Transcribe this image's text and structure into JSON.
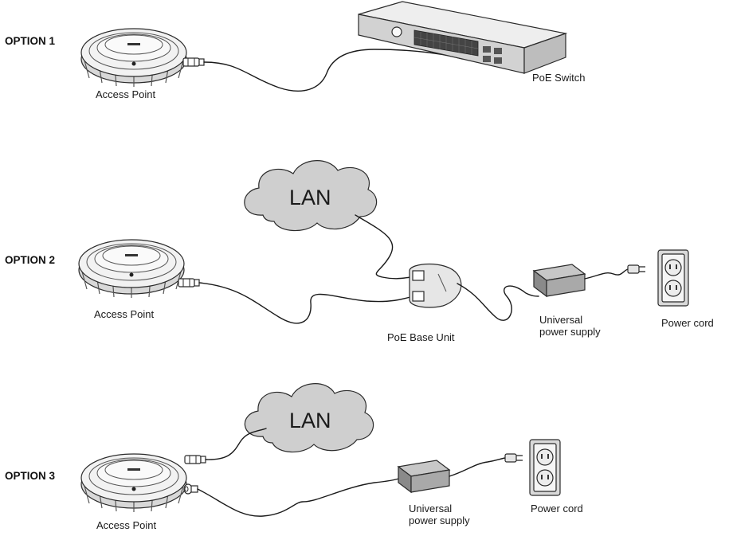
{
  "options": [
    {
      "title": "OPTION 1",
      "access_point_label": "Access Point",
      "switch_label": "PoE Switch"
    },
    {
      "title": "OPTION 2",
      "access_point_label": "Access Point",
      "network_label": "LAN",
      "base_unit_label": "PoE Base Unit",
      "power_supply_label": [
        "Universal",
        "power supply"
      ],
      "power_cord_label": "Power cord"
    },
    {
      "title": "OPTION 3",
      "access_point_label": "Access Point",
      "network_label": "LAN",
      "power_supply_label": [
        "Universal",
        "power supply"
      ],
      "power_cord_label": "Power cord"
    }
  ],
  "colors": {
    "cloud_fill": "#cfcfcf",
    "device_fill": "#e9e9e9",
    "line": "#1a1a1a"
  }
}
